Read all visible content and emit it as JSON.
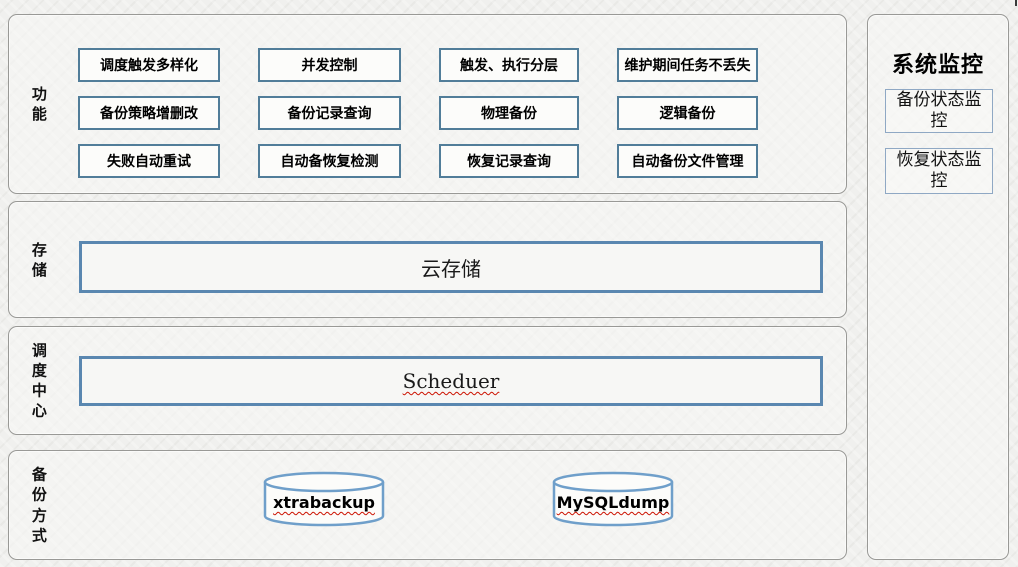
{
  "sections": {
    "features": {
      "label": "功能",
      "buttons": [
        "调度触发多样化",
        "并发控制",
        "触发、执行分层",
        "维护期间任务不丢失",
        "备份策略增删改",
        "备份记录查询",
        "物理备份",
        "逻辑备份",
        "失败自动重试",
        "自动备恢复检测",
        "恢复记录查询",
        "自动备份文件管理"
      ]
    },
    "storage": {
      "label": "存储",
      "box": "云存储"
    },
    "scheduler": {
      "label": "调度中心",
      "box": "Scheduer"
    },
    "backup_methods": {
      "label": "备份方式",
      "cylinders": [
        "xtrabackup",
        "MySQLdump"
      ]
    }
  },
  "sidebar": {
    "title": "系统监控",
    "items": [
      "备份状态监控",
      "恢复状态监控"
    ]
  },
  "colors": {
    "panel_border": "#999996",
    "button_border": "#517d99",
    "box_border": "#5a87b0",
    "cylinder_stroke": "#6f9fca",
    "sidebar_box_border": "#8fa8c4",
    "underline": "#cc1100"
  }
}
